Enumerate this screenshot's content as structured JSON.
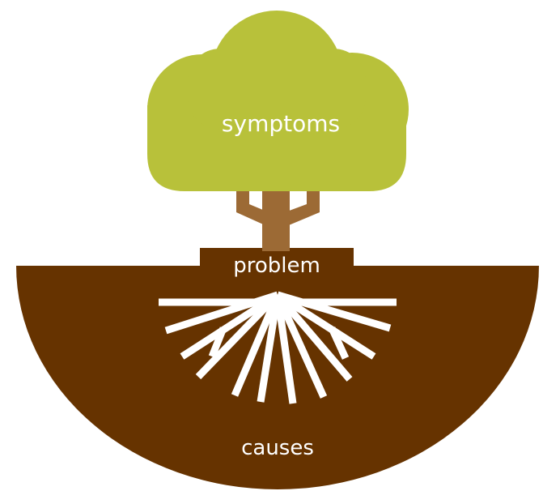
{
  "labels": {
    "top": "symptoms",
    "middle": "problem",
    "bottom": "causes"
  },
  "colors": {
    "canopy": "#B8C13A",
    "trunk": "#9C6A35",
    "soil": "#663300",
    "roots": "#ffffff",
    "text": "#ffffff"
  }
}
